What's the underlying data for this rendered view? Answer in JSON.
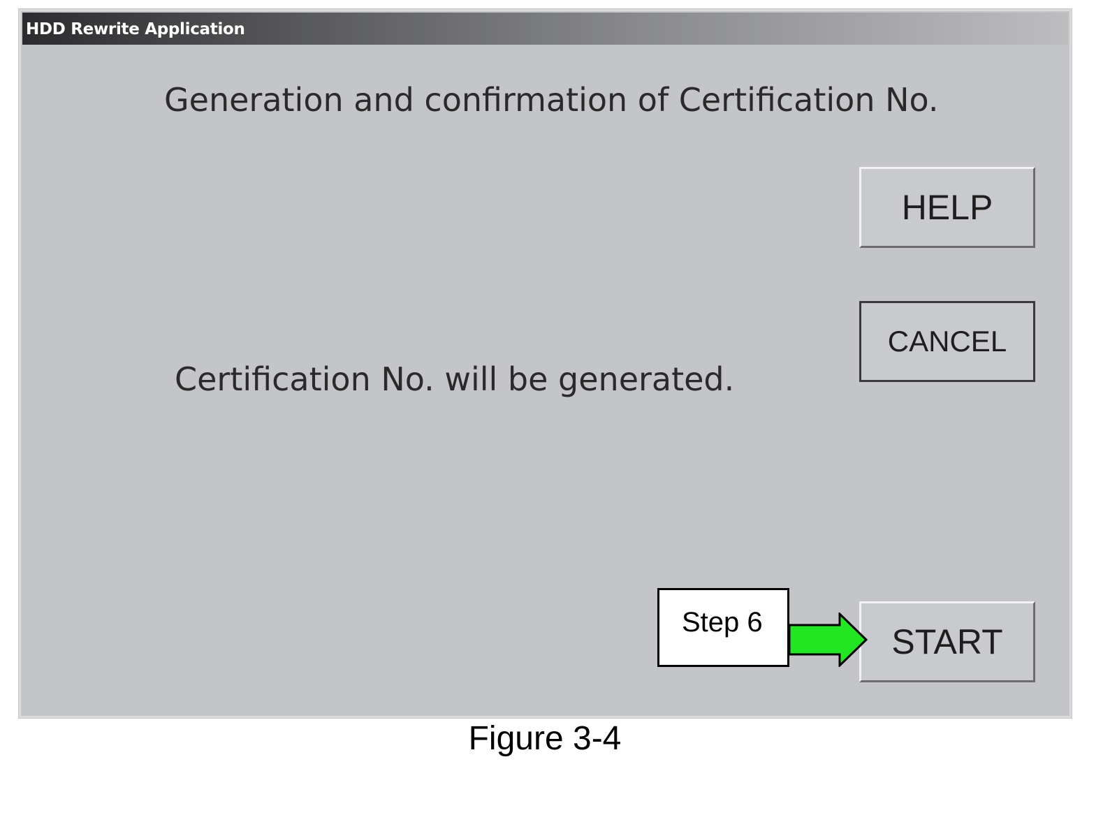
{
  "window": {
    "title": "HDD Rewrite Application",
    "heading": "Generation and confirmation of Certification No.",
    "message": "Certification No. will be generated."
  },
  "buttons": {
    "help": "HELP",
    "cancel": "CANCEL",
    "start": "START"
  },
  "annotation": {
    "callout_label": "Step 6",
    "arrow_icon": "right-arrow-icon",
    "arrow_color": "#22e622"
  },
  "caption": "Figure 3-4"
}
